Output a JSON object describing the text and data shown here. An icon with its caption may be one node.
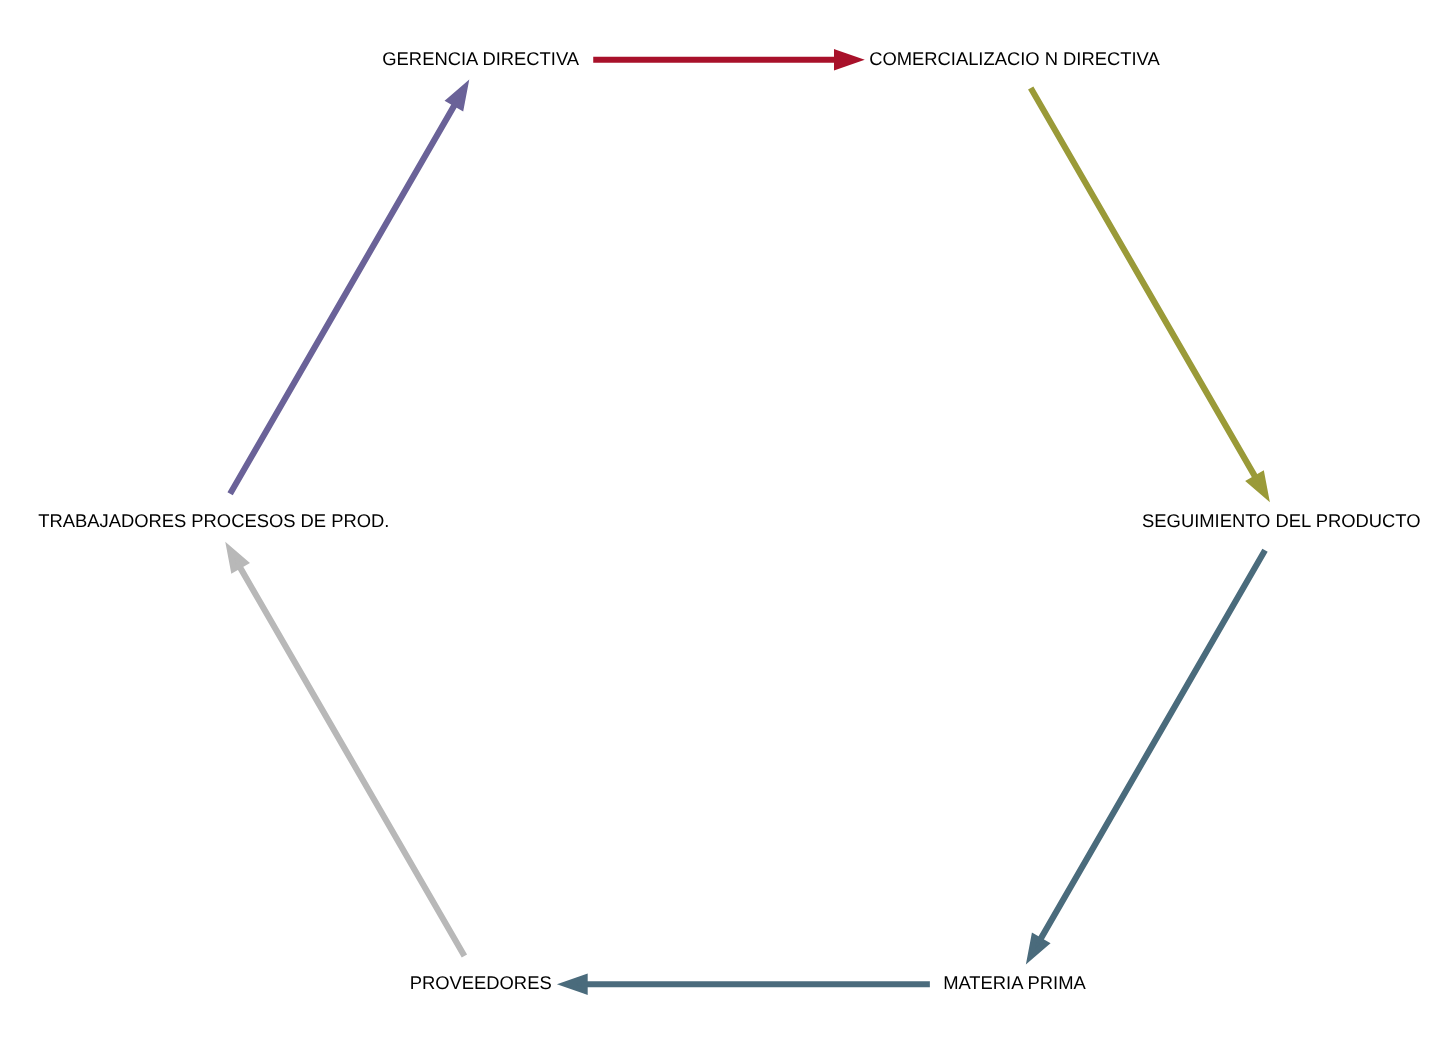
{
  "diagram": {
    "nodes": [
      {
        "text": [
          "MATERIA PRIMA"
        ]
      },
      {
        "text": [
          "PROVEEDORES"
        ]
      },
      {
        "text": [
          "TRABAJADORES PROCESOS DE PROD."
        ]
      },
      {
        "text": [
          "GERENCIA DIRECTIVA"
        ]
      },
      {
        "text": [
          "COMERCIALIZACIO N DIRECTIVA"
        ]
      },
      {
        "text": [
          "SEGUIMIENTO DEL PRODUCTO"
        ]
      }
    ],
    "edges": [
      {
        "from": 0,
        "to": 1,
        "arrow": "to",
        "color": "#4a6b7c"
      },
      {
        "from": 1,
        "to": 2,
        "arrow": "to",
        "color": "#b8b8b8"
      },
      {
        "from": 2,
        "to": 3,
        "arrow": "to",
        "color": "#6a6298"
      },
      {
        "from": 3,
        "to": 4,
        "arrow": "to",
        "color": "#a8112a"
      },
      {
        "from": 4,
        "to": 5,
        "arrow": "to",
        "color": "#9a9a38"
      },
      {
        "from": 5,
        "to": 0,
        "arrow": "to",
        "color": "#4a6b7c"
      }
    ]
  }
}
